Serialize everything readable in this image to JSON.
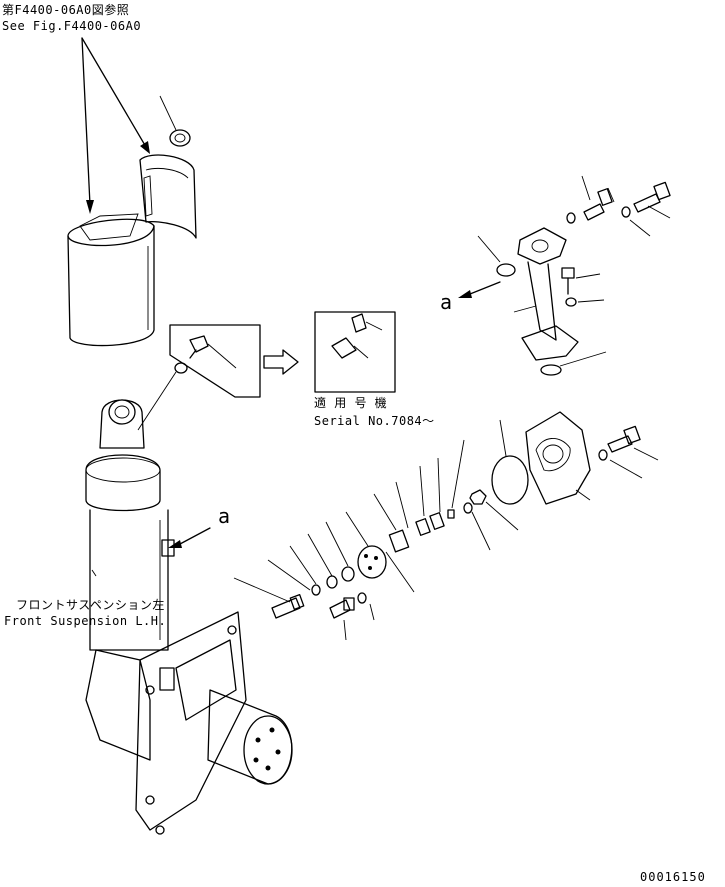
{
  "ref_jp": "第F4400-06A0図参照",
  "ref_en": "See Fig.F4400-06A0",
  "serial_jp": "適 用 号 機",
  "serial_en": "Serial No.7084～",
  "suspension_jp": "フロントサスペンション左",
  "suspension_en": "Front Suspension L.H.",
  "marker_a": "a",
  "figure_number": "00016150"
}
